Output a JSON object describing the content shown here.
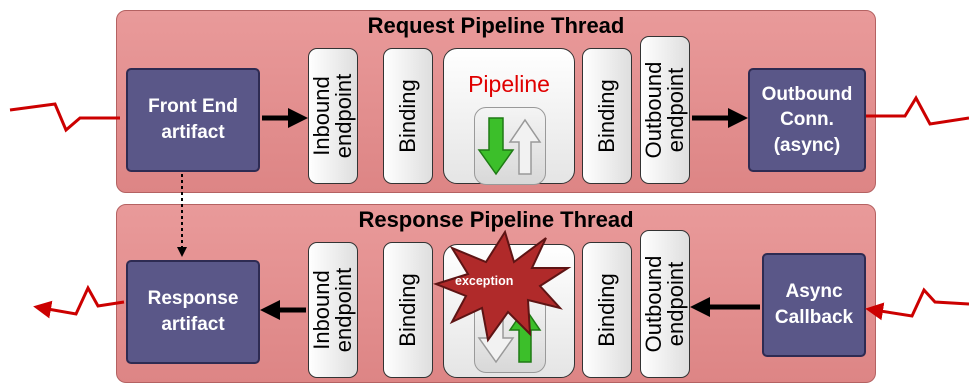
{
  "request_lane": {
    "title": "Request Pipeline Thread",
    "front_end": "Front End\nartifact",
    "inbound": "Inbound\nendpoint",
    "binding_in": "Binding",
    "pipeline": "Pipeline",
    "binding_out": "Binding",
    "outbound": "Outbound\nendpoint",
    "outbound_conn": "Outbound\nConn.\n(async)"
  },
  "response_lane": {
    "title": "Response Pipeline Thread",
    "response_artifact": "Response\nartifact",
    "inbound": "Inbound\nendpoint",
    "binding_in": "Binding",
    "exception": "exception",
    "binding_out": "Binding",
    "outbound": "Outbound\nendpoint",
    "async_callback": "Async\nCallback"
  },
  "colors": {
    "lane": "#e58f8f",
    "artifact": "#5a5788",
    "signal": "#cc0000",
    "pipeline_label": "#e00000",
    "down_arrow": "#3cbf2a",
    "burst": "#b02a2a"
  }
}
